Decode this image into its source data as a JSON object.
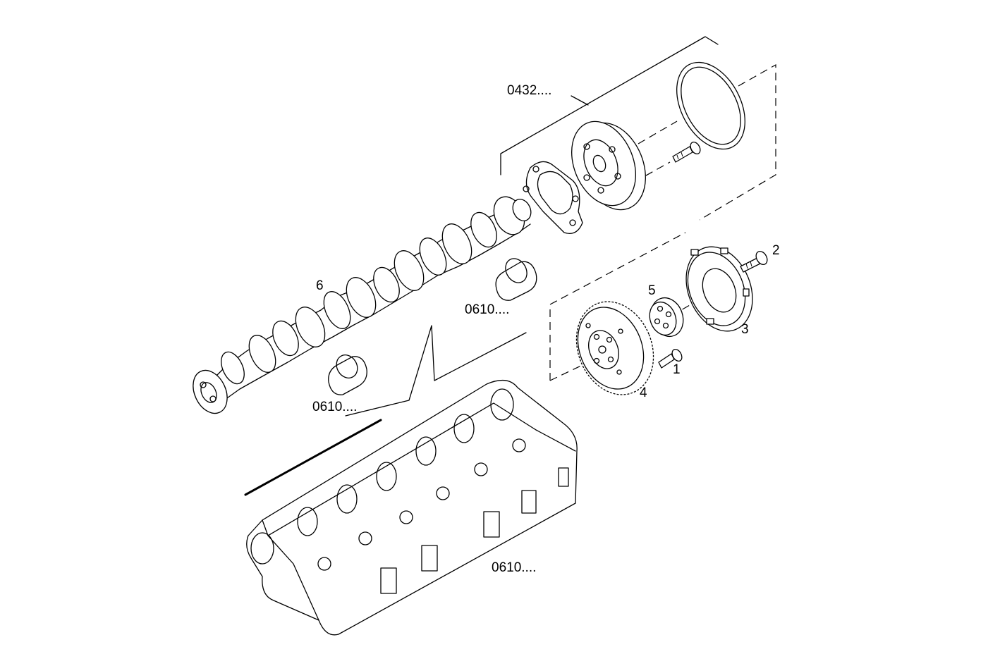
{
  "callouts": {
    "group_0432": "0432....",
    "camshaft": "6",
    "bushing_upper": "0610....",
    "bushing_lower": "0610....",
    "cylinder_head": "0610....",
    "screw_1": "1",
    "screw_2": "2",
    "flange_3": "3",
    "gear_4": "4",
    "plate_5": "5"
  }
}
